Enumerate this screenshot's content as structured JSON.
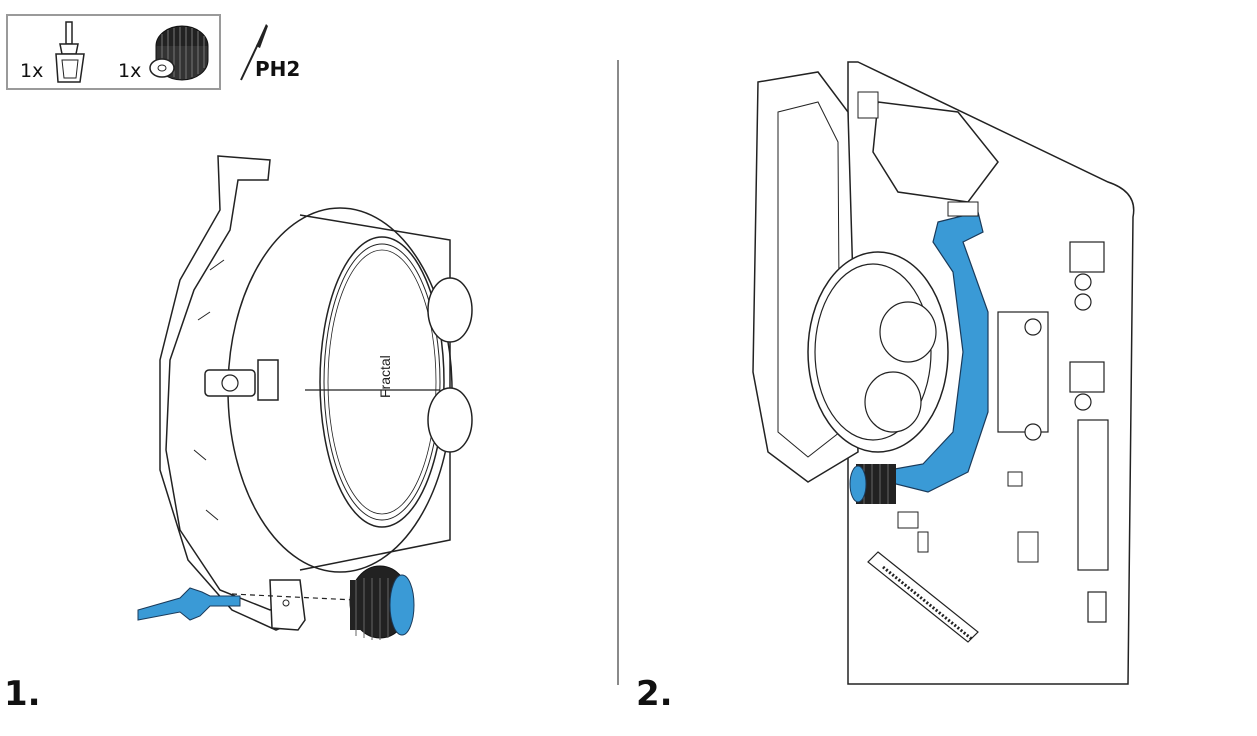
{
  "parts": {
    "standoff_qty": "1x",
    "thumbscrew_qty": "1x",
    "tool_label": "PH2"
  },
  "steps": {
    "step1_label": "1.",
    "step2_label": "2."
  },
  "logo_text": "Fractal",
  "colors": {
    "accent": "#3a9ad6",
    "line": "#222222",
    "frame": "#9a9a9a"
  }
}
